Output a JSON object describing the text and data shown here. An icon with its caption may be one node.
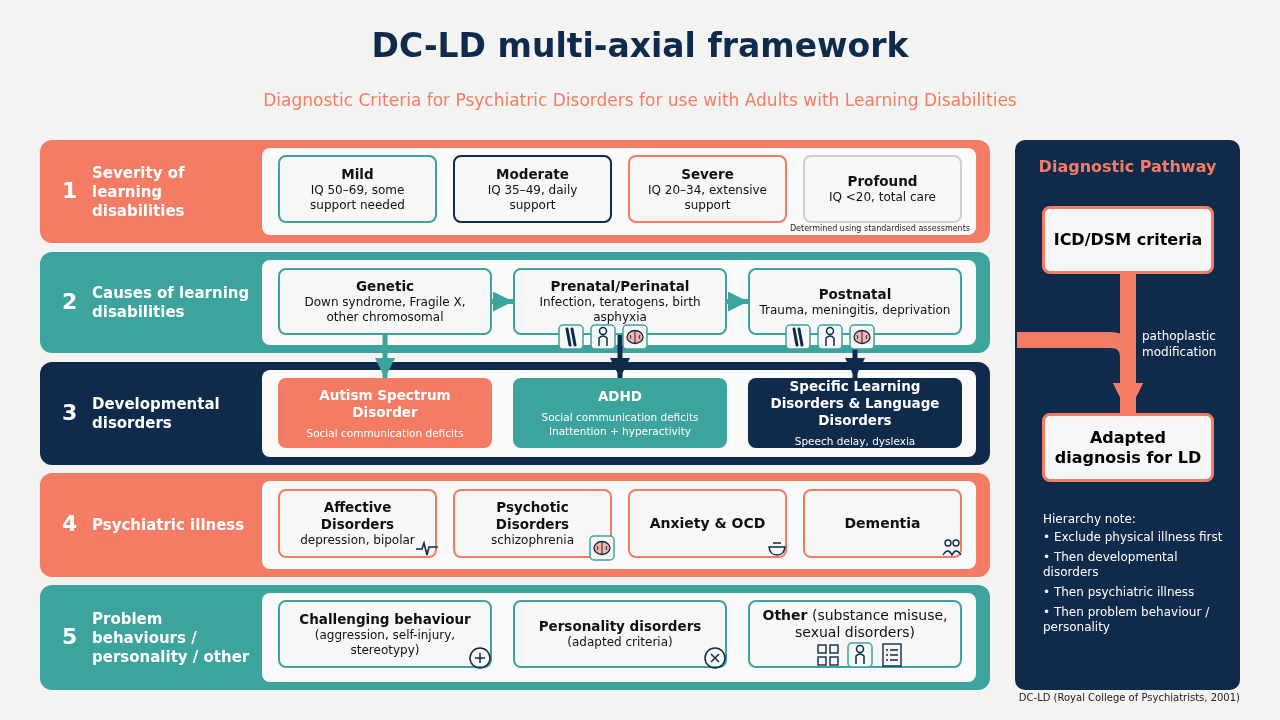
{
  "diagram": {
    "title": "DC-LD multi-axial framework",
    "caption": "Diagnostic Criteria for Psychiatric Disorders for use with Adults with Learning Disabilities",
    "nodes": [
      {
        "text": [
          "1",
          "Severity of learning disabilities"
        ]
      },
      {
        "text": [
          "Mild",
          "IQ 50–69, some support needed"
        ],
        "in": 0
      },
      {
        "text": [
          "Moderate",
          "IQ 35–49, daily support"
        ],
        "in": 0
      },
      {
        "text": [
          "Severe",
          "IQ 20–34, extensive support"
        ],
        "in": 0
      },
      {
        "text": [
          "Profound",
          "IQ <20, total care"
        ],
        "in": 0
      },
      {
        "text": [
          "2",
          "Causes of learning disabilities"
        ]
      },
      {
        "text": [
          "Genetic",
          "Down syndrome, Fragile X, other chromosomal"
        ],
        "in": 5
      },
      {
        "text": [
          "Prenatal/Perinatal",
          "Infection, teratogens, birth asphyxia"
        ],
        "in": 5
      },
      {
        "text": [
          "Postnatal",
          "Trauma, meningitis, deprivation"
        ],
        "in": 5
      },
      {
        "text": [
          "3",
          "Developmental disorders"
        ]
      },
      {
        "text": [
          "Autism Spectrum Disorder",
          "Social communication deficits"
        ],
        "in": 9
      },
      {
        "text": [
          "ADHD",
          "Social communication deficits Inattention + hyperactivity"
        ],
        "in": 9
      },
      {
        "text": [
          "Specific Learning Disorders & Language Disorders",
          "Speech delay, dyslexia"
        ],
        "in": 9
      },
      {
        "text": [
          "4",
          "Psychiatric illness"
        ]
      },
      {
        "text": [
          "Affective Disorders",
          "depression, bipolar"
        ],
        "in": 13
      },
      {
        "text": [
          "Psychotic Disorders",
          "schizophrenia"
        ],
        "in": 13
      },
      {
        "text": [
          "Anxiety & OCD"
        ],
        "in": 13
      },
      {
        "text": [
          "Dementia"
        ],
        "in": 13
      },
      {
        "text": [
          "5",
          "Problem behaviours / personality / other"
        ]
      },
      {
        "text": [
          "Challenging behaviour",
          "(aggression, self-injury, stereotypy)"
        ],
        "in": 18
      },
      {
        "text": [
          "Personality disorders",
          "(adapted criteria)"
        ],
        "in": 18
      },
      {
        "text": [
          "**Other** (substance misuse, sexual disorders)"
        ],
        "in": 18
      },
      {
        "text": [
          "Diagnostic Pathway"
        ]
      },
      {
        "text": [
          "ICD/DSM criteria"
        ],
        "in": 22
      },
      {
        "text": [
          "Adapted diagnosis for LD"
        ],
        "in": 22
      }
    ],
    "edges": [
      {
        "from": 6,
        "to": 7,
        "arrow": "to"
      },
      {
        "from": 7,
        "to": 8,
        "arrow": "to"
      },
      {
        "from": 6,
        "to": 10,
        "arrow": "to"
      },
      {
        "from": 7,
        "to": 11,
        "arrow": "to",
        "color": "#0f2a4a"
      },
      {
        "from": 8,
        "to": 12,
        "arrow": "to",
        "color": "#0f2a4a"
      },
      {
        "from": 23,
        "to": 24,
        "arrow": "to",
        "label": "pathoplastic modification",
        "style": "thick",
        "color": "#f47c64"
      },
      {
        "from": null,
        "to": 24,
        "arrow": "to",
        "style": "thick",
        "color": "#f47c64"
      }
    ],
    "labels": [
      "Determined using standardised assessments",
      "Hierarchy note:",
      "• Exclude physical illness first",
      "• Then developmental disorders",
      "• Then psychiatric illness",
      "• Then problem behaviour / personality",
      "DC-LD (Royal College of Psychiatrists, 2001)"
    ]
  }
}
